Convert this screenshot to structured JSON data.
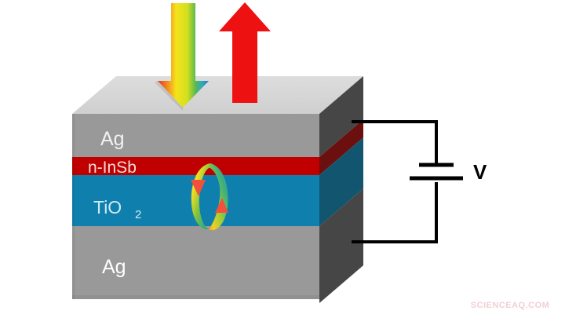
{
  "figure": {
    "title": "Layered photodetector device schematic with applied bias",
    "background_color": "#ffffff"
  },
  "device_stack": {
    "description": "Four-layer isometric slab",
    "layers": [
      {
        "id": "top-ag",
        "label": "Ag",
        "material": "silver",
        "front_color": "#999999",
        "side_color": "#464646",
        "top_color": "#d4d4d4",
        "label_color": "#f2f2f2"
      },
      {
        "id": "n-insb",
        "label": "n-InSb",
        "material": "n-type indium antimonide",
        "front_color": "#c00000",
        "side_color": "#6b0f0f",
        "label_color": "#f4dcdc"
      },
      {
        "id": "tio2",
        "label": "TiO",
        "label_subscript": "2",
        "material": "titanium dioxide",
        "front_color": "#0f7fae",
        "side_color": "#11556f",
        "label_color": "#cfeaf5"
      },
      {
        "id": "bottom-ag",
        "label": "Ag",
        "material": "silver",
        "front_color": "#999999",
        "side_color": "#464646",
        "label_color": "#ffffff"
      }
    ]
  },
  "arrows": {
    "incident_light": {
      "name": "incident-broadband-light",
      "direction": "down",
      "style": "rainbow-gradient",
      "gradient_stops": [
        "#e8342a",
        "#f07d20",
        "#f5e21c",
        "#8cc63f",
        "#2aa8c4",
        "#2e6fb7"
      ]
    },
    "emitted_light": {
      "name": "emitted-narrowband-light",
      "direction": "up",
      "style": "solid",
      "color": "#ee1111"
    },
    "circulation_loop": {
      "name": "resonant-mode-loop",
      "style": "rainbow-gradient-ring",
      "rotation": "counterclockwise",
      "arrowhead_color": "#f0503c"
    }
  },
  "circuit": {
    "battery": {
      "name": "dc-voltage-source",
      "symbol": "battery",
      "color": "#000000"
    },
    "voltage_label": "V",
    "wire_color": "#000000",
    "top_terminal": "positive",
    "bottom_terminal": "negative"
  },
  "watermark": {
    "text": "SCIENCEAQ.COM",
    "color": "#f2cfd4"
  }
}
